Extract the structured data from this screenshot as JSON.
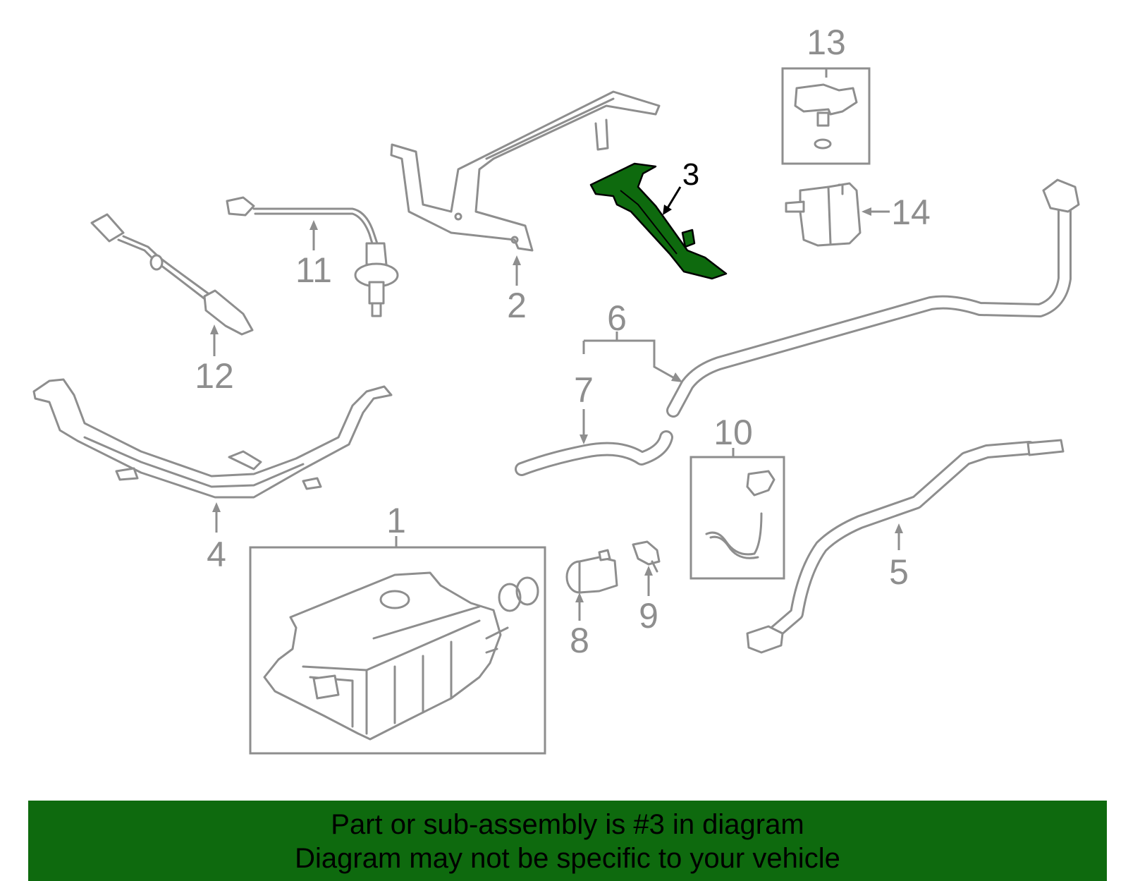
{
  "diagram": {
    "highlight_color": "#0e6a0e",
    "line_color": "#8e8e8e",
    "callouts": [
      {
        "id": "1",
        "label": "1"
      },
      {
        "id": "2",
        "label": "2"
      },
      {
        "id": "3",
        "label": "3",
        "highlighted": true
      },
      {
        "id": "4",
        "label": "4"
      },
      {
        "id": "5",
        "label": "5"
      },
      {
        "id": "6",
        "label": "6"
      },
      {
        "id": "7",
        "label": "7"
      },
      {
        "id": "8",
        "label": "8"
      },
      {
        "id": "9",
        "label": "9"
      },
      {
        "id": "10",
        "label": "10"
      },
      {
        "id": "11",
        "label": "11"
      },
      {
        "id": "12",
        "label": "12"
      },
      {
        "id": "13",
        "label": "13"
      },
      {
        "id": "14",
        "label": "14"
      }
    ]
  },
  "banner": {
    "line1": "Part or sub-assembly is #3 in diagram",
    "line2": "Diagram may not be specific to your vehicle",
    "background": "#0e6a0e"
  }
}
